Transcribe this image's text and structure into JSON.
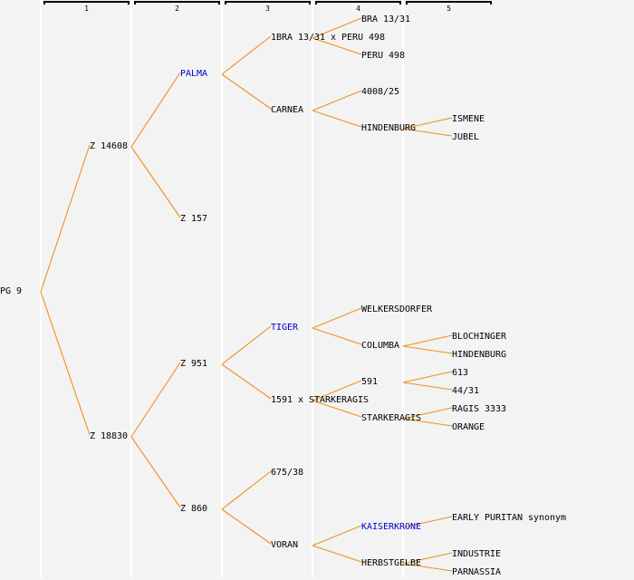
{
  "colors": {
    "background": "#f3f3f3",
    "separator": "#ffffff",
    "link": "#f0901e",
    "text": "#000000",
    "highlight": "#0000cc"
  },
  "generations": [
    "1",
    "2",
    "3",
    "4",
    "5"
  ],
  "pedigree": {
    "name": "PG 9",
    "children": [
      {
        "name": "Z 14608",
        "children": [
          {
            "name": "PALMA",
            "highlight": true,
            "children": [
              {
                "name": "1BRA 13/31 x PERU 498",
                "children": [
                  {
                    "name": "BRA 13/31"
                  },
                  {
                    "name": "PERU 498"
                  }
                ]
              },
              {
                "name": "CARNEA",
                "children": [
                  {
                    "name": "4008/25"
                  },
                  {
                    "name": "HINDENBURG",
                    "children": [
                      {
                        "name": "ISMENE"
                      },
                      {
                        "name": "JUBEL"
                      }
                    ]
                  }
                ]
              }
            ]
          },
          {
            "name": "Z 157"
          }
        ]
      },
      {
        "name": "Z 18830",
        "children": [
          {
            "name": "Z 951",
            "children": [
              {
                "name": "TIGER",
                "highlight": true,
                "children": [
                  {
                    "name": "WELKERSDORFER"
                  },
                  {
                    "name": "COLUMBA",
                    "children": [
                      {
                        "name": "BLOCHINGER"
                      },
                      {
                        "name": "HINDENBURG"
                      }
                    ]
                  }
                ]
              },
              {
                "name": "1591 x STARKERAGIS",
                "children": [
                  {
                    "name": "591",
                    "children": [
                      {
                        "name": "613"
                      },
                      {
                        "name": "44/31"
                      }
                    ]
                  },
                  {
                    "name": "STARKERAGIS",
                    "children": [
                      {
                        "name": "RAGIS 3333"
                      },
                      {
                        "name": "ORANGE"
                      }
                    ]
                  }
                ]
              }
            ]
          },
          {
            "name": "Z 860",
            "children": [
              {
                "name": "675/38"
              },
              {
                "name": "VORAN",
                "children": [
                  {
                    "name": "KAISERKRONE",
                    "highlight": true,
                    "children": [
                      {
                        "name": "EARLY PURITAN synonym"
                      }
                    ]
                  },
                  {
                    "name": "HERBSTGELBE",
                    "children": [
                      {
                        "name": "INDUSTRIE"
                      },
                      {
                        "name": "PARNASSIA"
                      }
                    ]
                  }
                ]
              }
            ]
          }
        ]
      }
    ]
  }
}
